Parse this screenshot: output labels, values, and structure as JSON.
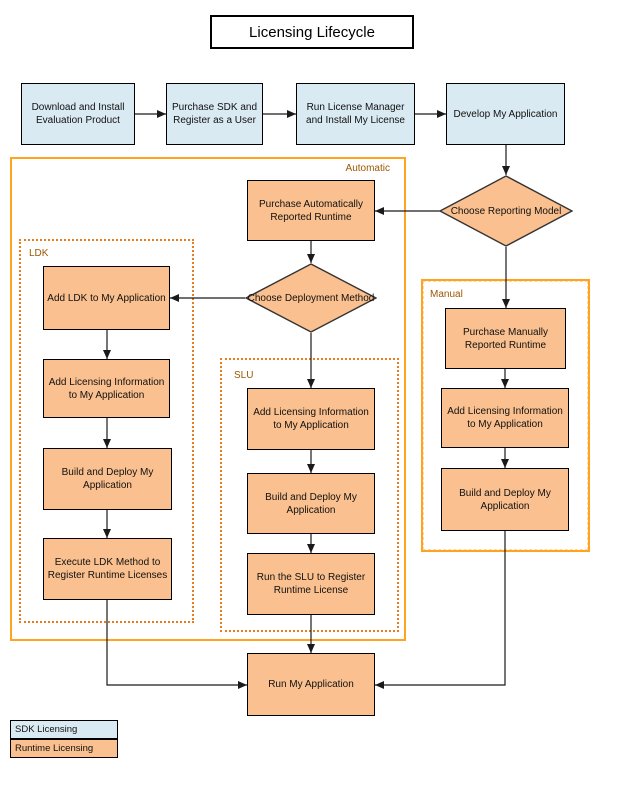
{
  "title": "Licensing Lifecycle",
  "groups": {
    "automatic": "Automatic",
    "ldk": "LDK",
    "slu": "SLU",
    "manual": "Manual"
  },
  "nodes": {
    "download": "Download and Install Evaluation Product",
    "purchase_sdk": "Purchase SDK and Register as a User",
    "run_license_manager": "Run License Manager and Install My License",
    "develop": "Develop My Application",
    "purchase_auto": "Purchase Automatically Reported Runtime",
    "choose_reporting": "Choose Reporting Model",
    "choose_deployment": "Choose Deployment Method",
    "add_ldk": "Add LDK to My Application",
    "ldk_add_licensing": "Add Licensing Information to My Application",
    "ldk_build": "Build and Deploy My Application",
    "ldk_execute": "Execute LDK Method to Register Runtime Licenses",
    "slu_add_licensing": "Add Licensing Information to My Application",
    "slu_build": "Build and Deploy My Application",
    "slu_run": "Run the SLU to Register Runtime License",
    "manual_purchase": "Purchase Manually Reported Runtime",
    "manual_add_licensing": "Add Licensing Information to My Application",
    "manual_build": "Build and Deploy My Application",
    "run_app": "Run My Application"
  },
  "legend": {
    "sdk": "SDK Licensing",
    "runtime": "Runtime Licensing"
  },
  "colors": {
    "sdk_fill": "#DAEAF2",
    "runtime_fill": "#FAC08F",
    "group_border": "#FFA320",
    "dotted_border": "#E87D1E",
    "group_label_text": "#9C5700"
  }
}
